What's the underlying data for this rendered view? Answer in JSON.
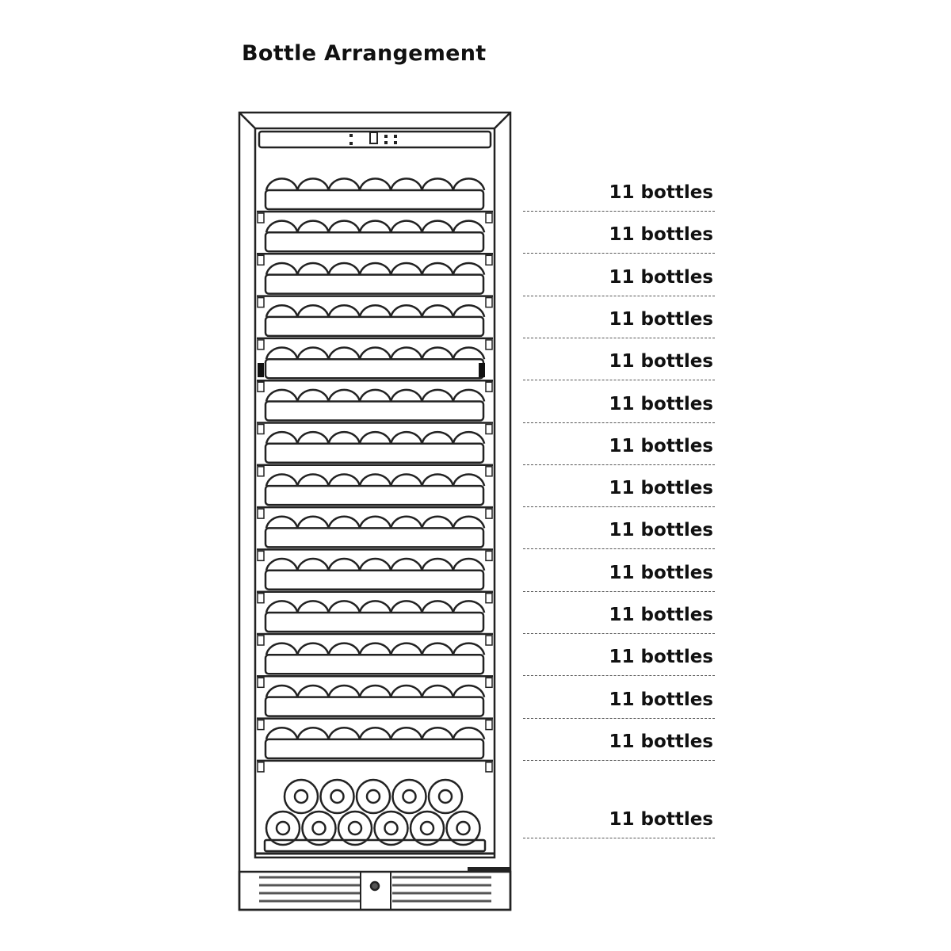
{
  "title": "Bottle Arrangement",
  "shelves": [
    {
      "label": "11 bottles"
    },
    {
      "label": "11 bottles"
    },
    {
      "label": "11 bottles"
    },
    {
      "label": "11 bottles"
    },
    {
      "label": "11 bottles"
    },
    {
      "label": "11 bottles"
    },
    {
      "label": "11 bottles"
    },
    {
      "label": "11 bottles"
    },
    {
      "label": "11 bottles"
    },
    {
      "label": "11 bottles"
    },
    {
      "label": "11 bottles"
    },
    {
      "label": "11 bottles"
    },
    {
      "label": "11 bottles"
    },
    {
      "label": "11 bottles"
    }
  ],
  "bottom_shelf": {
    "label": "11 bottles"
  },
  "colors": {
    "line": "#222222",
    "text": "#111111"
  }
}
